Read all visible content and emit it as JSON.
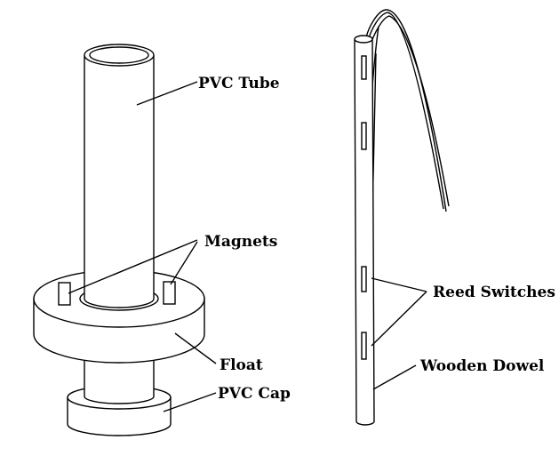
{
  "labels": {
    "pvc_tube": "PVC Tube",
    "magnets": "Magnets",
    "float": "Float",
    "pvc_cap": "PVC Cap",
    "reed_switches": "Reed Switches",
    "wooden_dowel": "Wooden Dowel"
  },
  "colors": {
    "line": "#000000",
    "background": "#ffffff"
  }
}
